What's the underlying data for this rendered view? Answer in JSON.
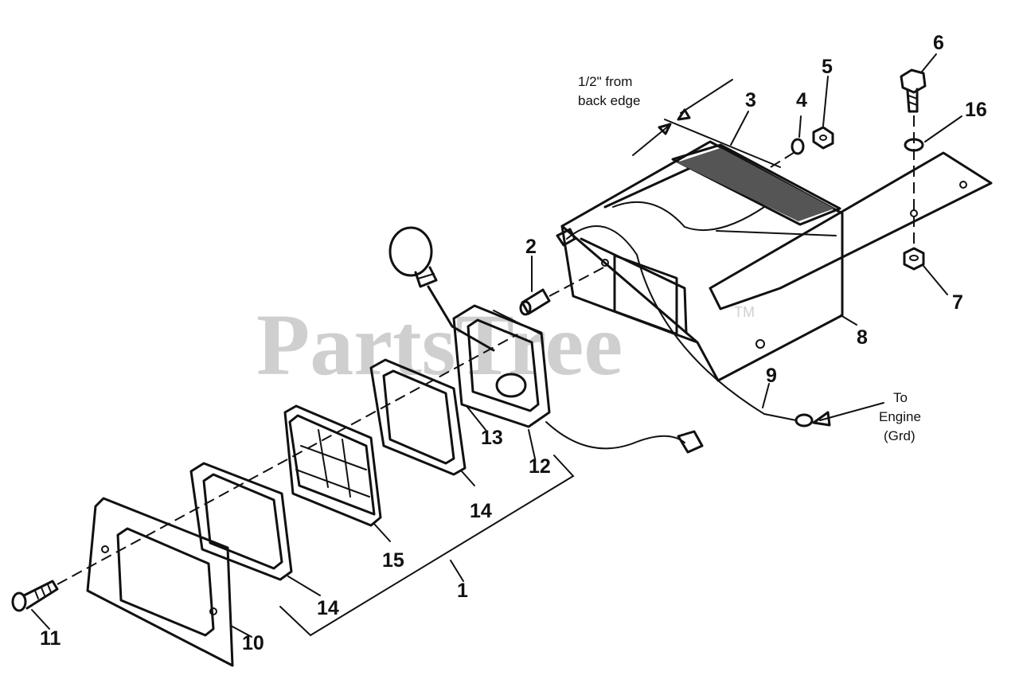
{
  "watermark": {
    "text": "PartsTree",
    "trademark": "TM"
  },
  "note_edge": {
    "line1": "1/2\" from",
    "line2": "back edge"
  },
  "note_engine": {
    "line1": "To",
    "line2": "Engine",
    "line3": "(Grd)"
  },
  "callouts": {
    "c1": "1",
    "c2": "2",
    "c3": "3",
    "c4": "4",
    "c5": "5",
    "c6": "6",
    "c7": "7",
    "c8": "8",
    "c9": "9",
    "c10": "10",
    "c11": "11",
    "c12": "12",
    "c13": "13",
    "c14a": "14",
    "c14b": "14",
    "c15": "15",
    "c16": "16"
  }
}
